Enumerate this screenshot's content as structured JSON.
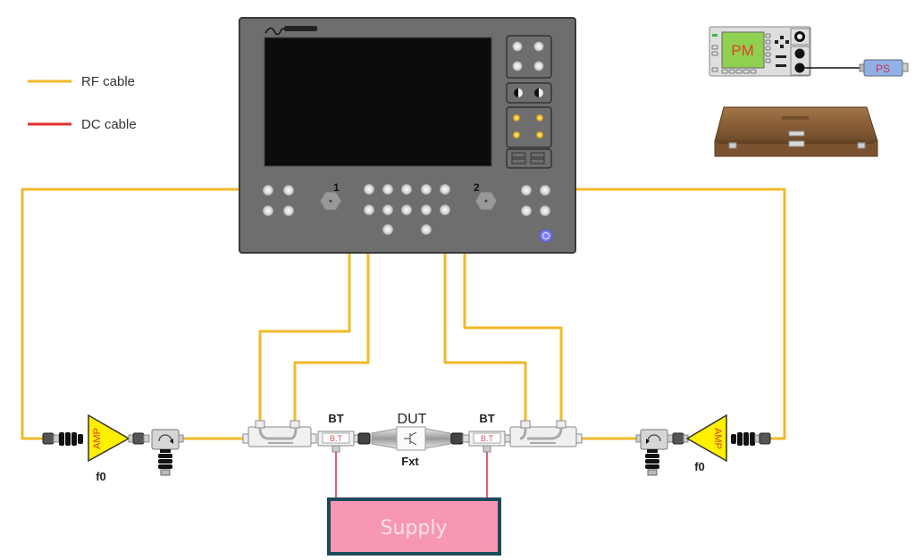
{
  "legend": {
    "items": [
      {
        "label": "RF cable",
        "color": "#f2b92a"
      },
      {
        "label": "DC cable",
        "color": "#e0302e"
      }
    ]
  },
  "instrument": {
    "port_labels": [
      "1",
      "2"
    ],
    "screen_color": "#0c0c0c",
    "body_color": "#6e6e6e"
  },
  "power_meter": {
    "display_label": "PM",
    "sensor_label": "PS",
    "display_color": "#8fd14f",
    "label_color": "#e2402a"
  },
  "chain": {
    "left_amp": {
      "label": "AMP",
      "freq_label": "f0"
    },
    "right_amp": {
      "label": "AMP",
      "freq_label": "f0"
    },
    "left_bias_tee": {
      "title": "BT",
      "body": "B.T"
    },
    "right_bias_tee": {
      "title": "BT",
      "body": "B.T"
    },
    "dut": {
      "title": "DUT",
      "fixture": "Fxt"
    }
  },
  "supply": {
    "label": "Supply",
    "fill": "#f797b3",
    "border": "#1d4a5a"
  },
  "colors": {
    "rf": "#f2b92a",
    "dc": "#e0302e"
  }
}
